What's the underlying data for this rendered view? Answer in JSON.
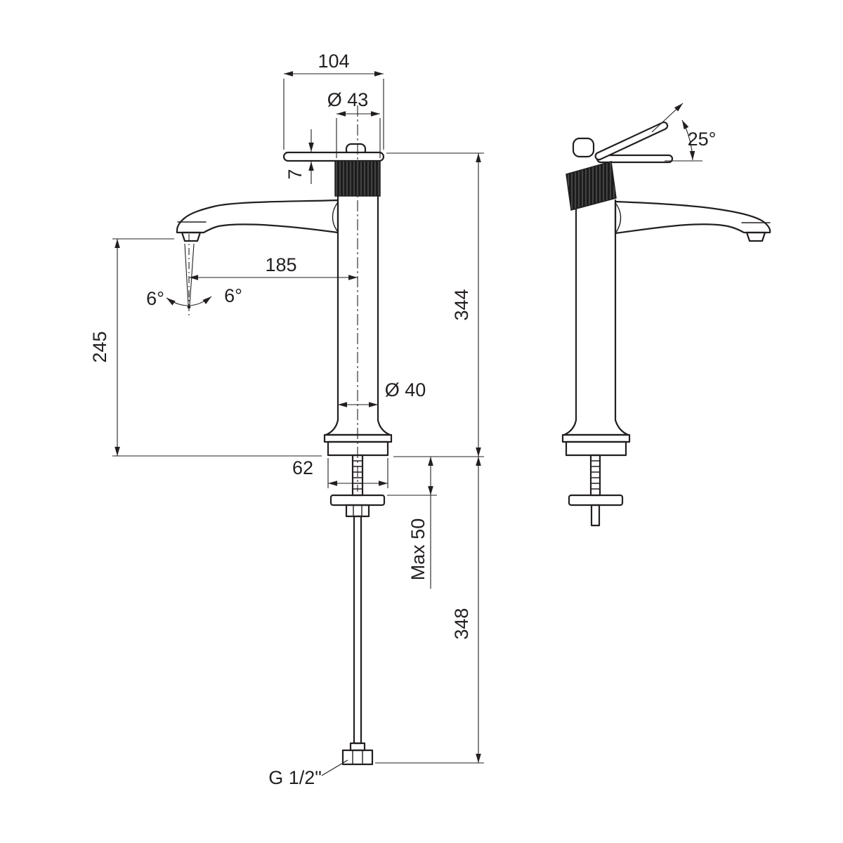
{
  "drawing": {
    "type": "technical-dimension-drawing",
    "subject": "tall single-lever basin mixer, front and side views",
    "colors": {
      "line": "#231f20",
      "background": "#ffffff",
      "knurl_fill": "#1c1c1c"
    },
    "dims": {
      "top_width": "104",
      "top_diameter": "Ø 43",
      "plate_thickness": "7",
      "spout_reach": "185",
      "swivel_left": "6°",
      "swivel_right": "6°",
      "spout_height": "245",
      "total_height": "344",
      "body_diameter": "Ø 40",
      "base_width": "62",
      "max_deck_thickness": "Max 50",
      "hose_length": "348",
      "connection_thread": "G 1/2\"",
      "handle_angle": "25°"
    }
  }
}
